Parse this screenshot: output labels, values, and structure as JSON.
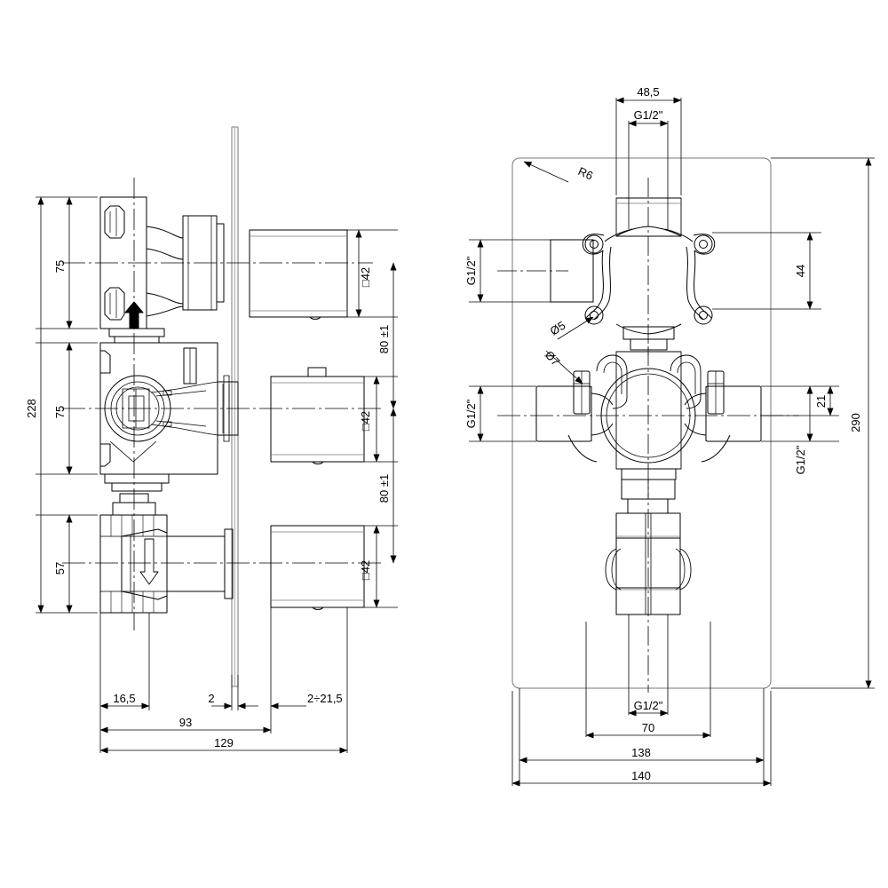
{
  "drawing": {
    "type": "engineering-dimension-drawing",
    "subject": "Concealed thermostatic shower valve body",
    "units": "mm",
    "views": [
      {
        "id": "side-view",
        "name": "Side section view (left)",
        "dimensions": {
          "left_stack": [
            {
              "label": "75",
              "note": "top outlet centre to middle centre"
            },
            {
              "label": "228",
              "note": "overall height"
            },
            {
              "label": "75",
              "note": "middle centre to lower"
            },
            {
              "label": "57",
              "note": "lower section height"
            }
          ],
          "right_stack": [
            {
              "label": "□42",
              "note": "top square handle"
            },
            {
              "label": "80 ±1",
              "note": "top to middle spacing"
            },
            {
              "label": "□42",
              "note": "middle square handle"
            },
            {
              "label": "80 ±1",
              "note": "middle to bottom spacing"
            },
            {
              "label": "□42",
              "note": "bottom square handle"
            }
          ],
          "bottom_stack": [
            {
              "label": "16,5",
              "note": "body to plate face"
            },
            {
              "label": "2",
              "note": "plate thickness"
            },
            {
              "label": "2÷21,5",
              "note": "finish wall adjustment range"
            },
            {
              "label": "93",
              "note": "body to handle base"
            },
            {
              "label": "129",
              "note": "total depth"
            }
          ]
        }
      },
      {
        "id": "front-view",
        "name": "Front view (right)",
        "dimensions": {
          "top_stack": [
            {
              "label": "48,5",
              "note": "upper port spacing"
            },
            {
              "label": "G1/2\"",
              "note": "upper inlet thread"
            }
          ],
          "left_stack": [
            {
              "label": "G1/2\"",
              "note": "upper left port thread"
            },
            {
              "label": "G1/2\"",
              "note": "middle left port thread"
            }
          ],
          "right_stack": [
            {
              "label": "44",
              "note": "upper body height"
            },
            {
              "label": "21",
              "note": "outlet offset"
            },
            {
              "label": "G1/2\"",
              "note": "right port thread"
            },
            {
              "label": "290",
              "note": "overall plate height"
            }
          ],
          "bottom_stack": [
            {
              "label": "G1/2\"",
              "note": "lower outlet thread"
            },
            {
              "label": "70",
              "note": "lower port spacing"
            },
            {
              "label": "138",
              "note": "body width"
            },
            {
              "label": "140",
              "note": "plate width"
            }
          ],
          "leaders": [
            {
              "label": "R6",
              "note": "plate corner radius"
            },
            {
              "label": "Ø5",
              "note": "pin hole diameter"
            },
            {
              "label": "Ø7",
              "note": "bore diameter"
            }
          ]
        }
      }
    ]
  },
  "colors": {
    "line": "#000000",
    "thin": "#555555",
    "background": "#ffffff"
  }
}
